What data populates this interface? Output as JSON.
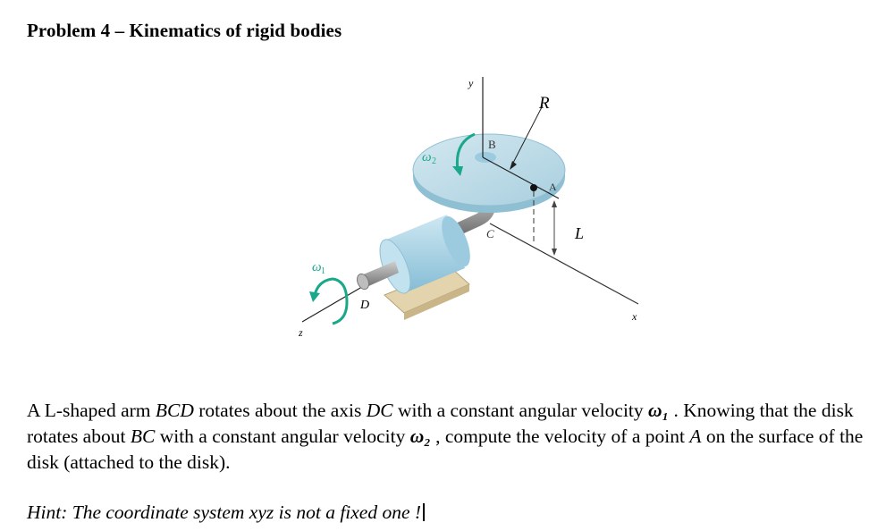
{
  "title": "Problem 4 – Kinematics of rigid bodies",
  "figure": {
    "labels": {
      "y": "y",
      "x": "x",
      "z": "z",
      "R": "R",
      "L": "L",
      "A": "A",
      "B": "B",
      "C": "C",
      "D": "D",
      "omega1": "ω",
      "omega1_sub": "1",
      "omega2": "ω",
      "omega2_sub": "2"
    },
    "colors": {
      "disk": "#b9d9e6",
      "disk_edge": "#8fbfd2",
      "housing": "#a9d3e6",
      "shaft": "#9a9a9a",
      "base": "#e4d4ad",
      "arrow": "#1aa88a"
    }
  },
  "paragraph": {
    "p1": "A L-shaped arm ",
    "bcd": "BCD",
    "p2": " rotates about the axis ",
    "dc": "DC",
    "p3": " with a constant angular velocity ",
    "w1": "ω₁",
    "p4": " . Knowing that the disk rotates about ",
    "bc": "BC",
    "p5": " with a constant angular velocity ",
    "w2": "ω₂",
    "p6": " , compute the velocity of a point ",
    "a": "A",
    "p7": " on the surface of the disk (attached to the disk)."
  },
  "hint": "Hint: The coordinate system xyz is not a fixed one !"
}
